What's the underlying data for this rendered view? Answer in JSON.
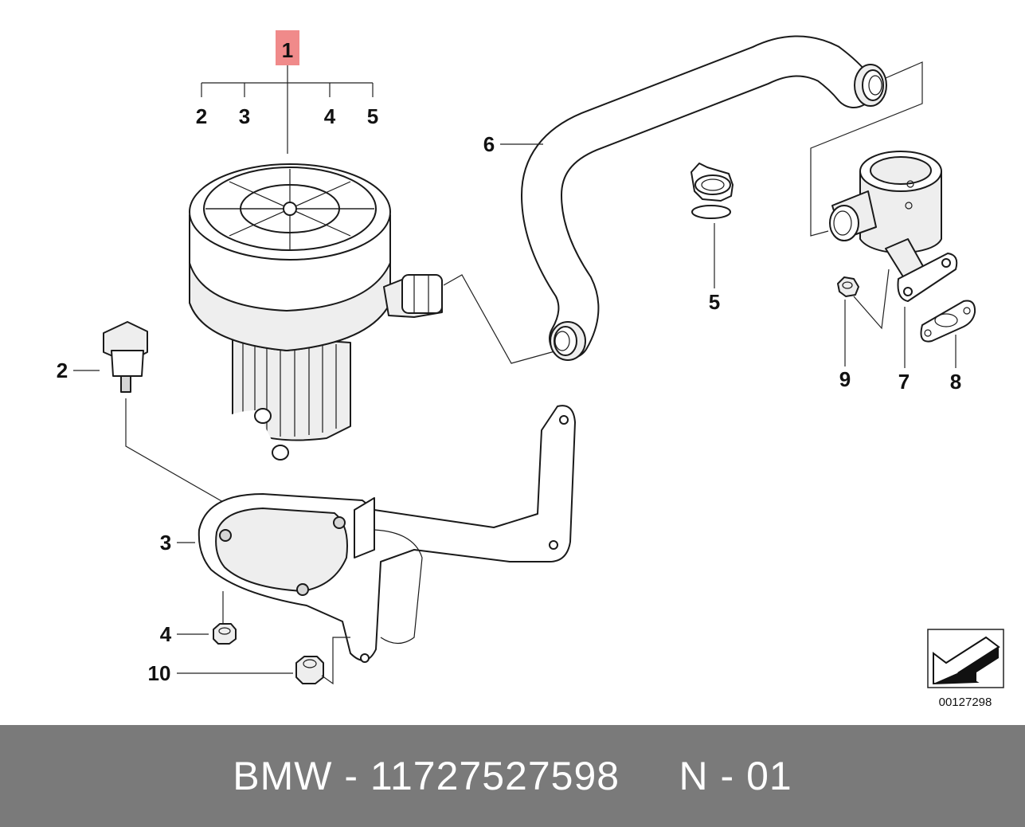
{
  "callouts": {
    "c1": "1",
    "c1_sub": [
      "2",
      "3",
      "4",
      "5"
    ],
    "c2": "2",
    "c3": "3",
    "c4": "4",
    "c5": "5",
    "c6": "6",
    "c7": "7",
    "c8": "8",
    "c9": "9",
    "c10": "10"
  },
  "highlight_color": "#f08a8a",
  "diagram_code": "00127298",
  "footer": {
    "brand_part": "BMW - 11727527598",
    "code": "N - 01"
  },
  "footer_color": "#7a7a7a"
}
